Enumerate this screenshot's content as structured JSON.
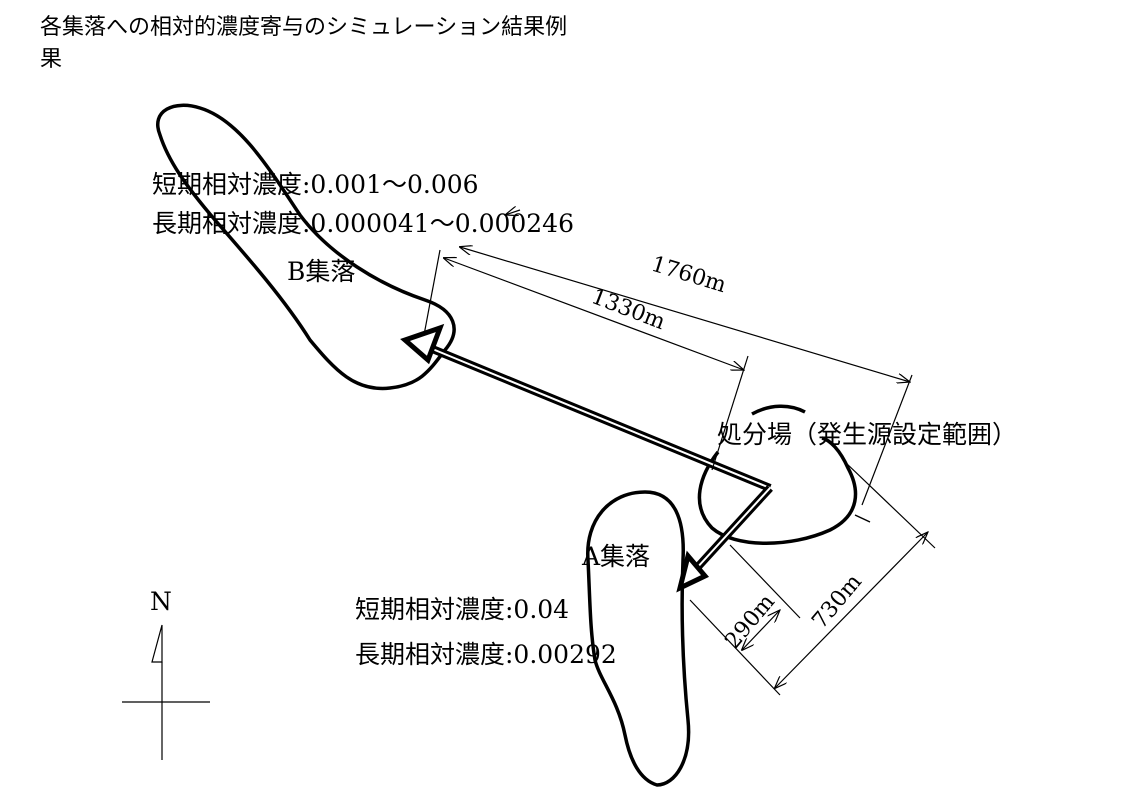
{
  "title": {
    "line1": "各集落への相対的濃度寄与のシミュレーション結果例",
    "line2": "果"
  },
  "village_b": {
    "name": "B集落",
    "short_term": "短期相対濃度:0.001～0.006",
    "long_term": "長期相対濃度:0.000041～0.000246"
  },
  "village_a": {
    "name": "A集落",
    "short_term": "短期相対濃度:0.04",
    "long_term": "長期相対濃度:0.00292"
  },
  "source": {
    "label": "処分場（発生源設定範囲）"
  },
  "dimensions": {
    "d1": "1330m",
    "d2": "1760m",
    "d3": "290m",
    "d4": "730m"
  },
  "north": {
    "label": "N"
  }
}
